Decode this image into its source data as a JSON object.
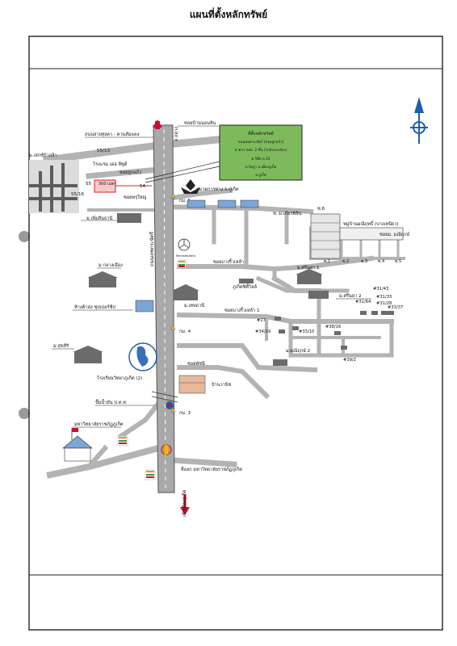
{
  "title": "แผนที่ตั้งหลักทรัพย์",
  "site_box": {
    "lines": [
      "ที่ตั้งหลักทรัพย์",
      "ถนนเทพกระษัตรี (ขอยลูกแก้ว)",
      "อาคาร คสล. 2 ชั้น (โกดังและห้อง)",
      "ต.วิชิต  อ.33",
      "ต.รัษฎา  อ.เมืองภูเก็ต",
      "จ.ภูเก็ต"
    ]
  },
  "labels": {
    "road_top": "ถนนสายทุ่งคา - ควนส้มแดง",
    "soi_ban_nonsin": "ซอยบ้านนอนสิน",
    "muban_sakorn": "ม.เสกซ์บ้วลล้า",
    "n5513": "55/13",
    "hotel": "โรงแรม เดอ ลีซูต์",
    "soi_luk_kaew": "ซอยลูกแก้ว",
    "dist": "300 เมตร",
    "n5516": "55/16",
    "n55": "55",
    "n54": "54",
    "soi_pru_yai": "ซอยพรุใหญ่",
    "km5": "กม. 5",
    "highway_office": "หมวดการทาง จ.ภูเก็ต",
    "muban_poemsin": "ม.เพิ่มสินธานี",
    "muban_kiat": "ซ. ม.เกียรติสิน",
    "road_name": "ถนนเทพกระษัตรี",
    "s6": "ซ.6",
    "muban_sirisuk": "หมู่บ้านมณีฤทธิ์ (บางเหนียว)",
    "soi_manee": "ซอยม. มณีฤกษ์",
    "muban_klang": "ม.กลางเมือง",
    "soi_bang_reat": "ซอยบางริ้วเหล้า",
    "s1": "ซ.1",
    "s2": "ซ.2",
    "s3": "ซ.3",
    "s4": "ซ.4",
    "s5": "ซ.5",
    "muban_sirinya1": "ม.ศรีนยา 1",
    "phuket_city": "ภูเก็ตซิตี้วิลล์",
    "muban_thepthani": "ม.เทพธานี",
    "super": "ห้างค้าส่ง ซุปเปอร์ชีป",
    "muban_sirinya2": "ม.ศรีนยา 2",
    "soi_bang_reat1": "ซอยบางริ้วเหล้า 1",
    "n3143": "#31/43",
    "n3164": "#31/64",
    "n3133": "#31/33",
    "n3128": "#31/28",
    "n3337": "#33/37",
    "n27": "#27",
    "n3816": "#38/16",
    "n3419": "#34/19",
    "n3310": "#33/10",
    "muban_manee2": "ม.มณีฤกษ์ 2",
    "n392": "#39/2",
    "km4": "กม. 4",
    "muban_suksiri": "ม.สุขสิริ",
    "school": "โรงเรียนวิทยาภูเก็ต (2)",
    "soi_phachi": "ซอยพัชนี",
    "ban_wanich": "บ้านวานิช",
    "gas": "ปั๊มน้ำมัน ป.ต.ท.",
    "km3": "กม. 3",
    "university": "มหาวิทยาลัยราชภัฏภูเก็ต",
    "junction": "สี่แยก มหาวิทยาลัยราชภัฏภูเก็ต",
    "to_city": "เข้าเมืองภูเก็ต",
    "to_thalang": "ถ.ถลาง",
    "mercedes": "Mercedes-Benz"
  },
  "colors": {
    "site_box": "#7dba5c",
    "road": "#b3b3b3",
    "road_main": "#a9a9a9",
    "arrow": "#c8102e",
    "compass": "#1f5faa",
    "house_roof": "#6b6b6b",
    "house_blue": "#7aa6d8"
  }
}
